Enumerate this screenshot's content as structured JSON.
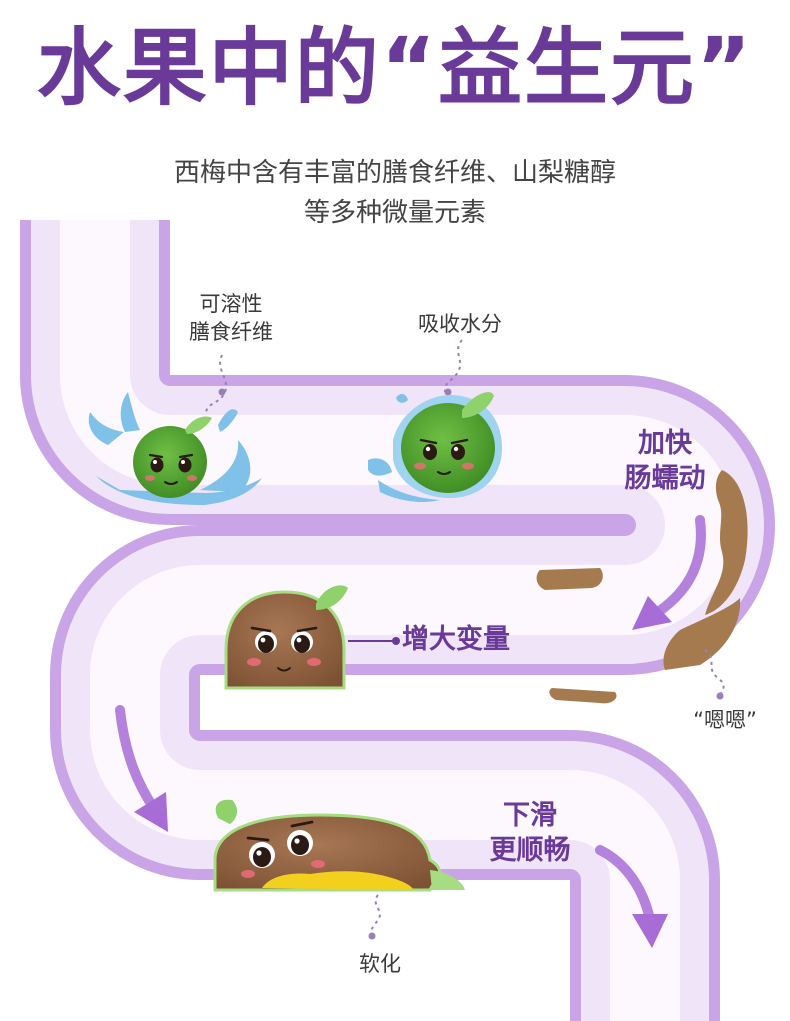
{
  "title": "水果中的“益生元”",
  "subtitle": {
    "line1": "西梅中含有丰富的膳食纤维、山梨糖醇",
    "line2": "等多种微量元素"
  },
  "labels": {
    "soluble_fiber": [
      "可溶性",
      "膳食纤维"
    ],
    "absorb_water": "吸收水分",
    "speed_up": [
      "加快",
      "肠蠕动"
    ],
    "increase_volume": "增大变量",
    "sound": "“嗯嗯”",
    "slide": [
      "下滑",
      "更顺畅"
    ],
    "soften": "软化"
  },
  "colors": {
    "title": "#6a3a98",
    "pipe": "#ecdcf6",
    "pipe_edge": "#c9a4e6",
    "arrow": "#a76cd6",
    "green_blob": "#55a532",
    "brown_blob": "#9c6b48",
    "water": "#7fc1e8",
    "leaf": "#8fd16a",
    "yellow": "#f3cf1e"
  }
}
